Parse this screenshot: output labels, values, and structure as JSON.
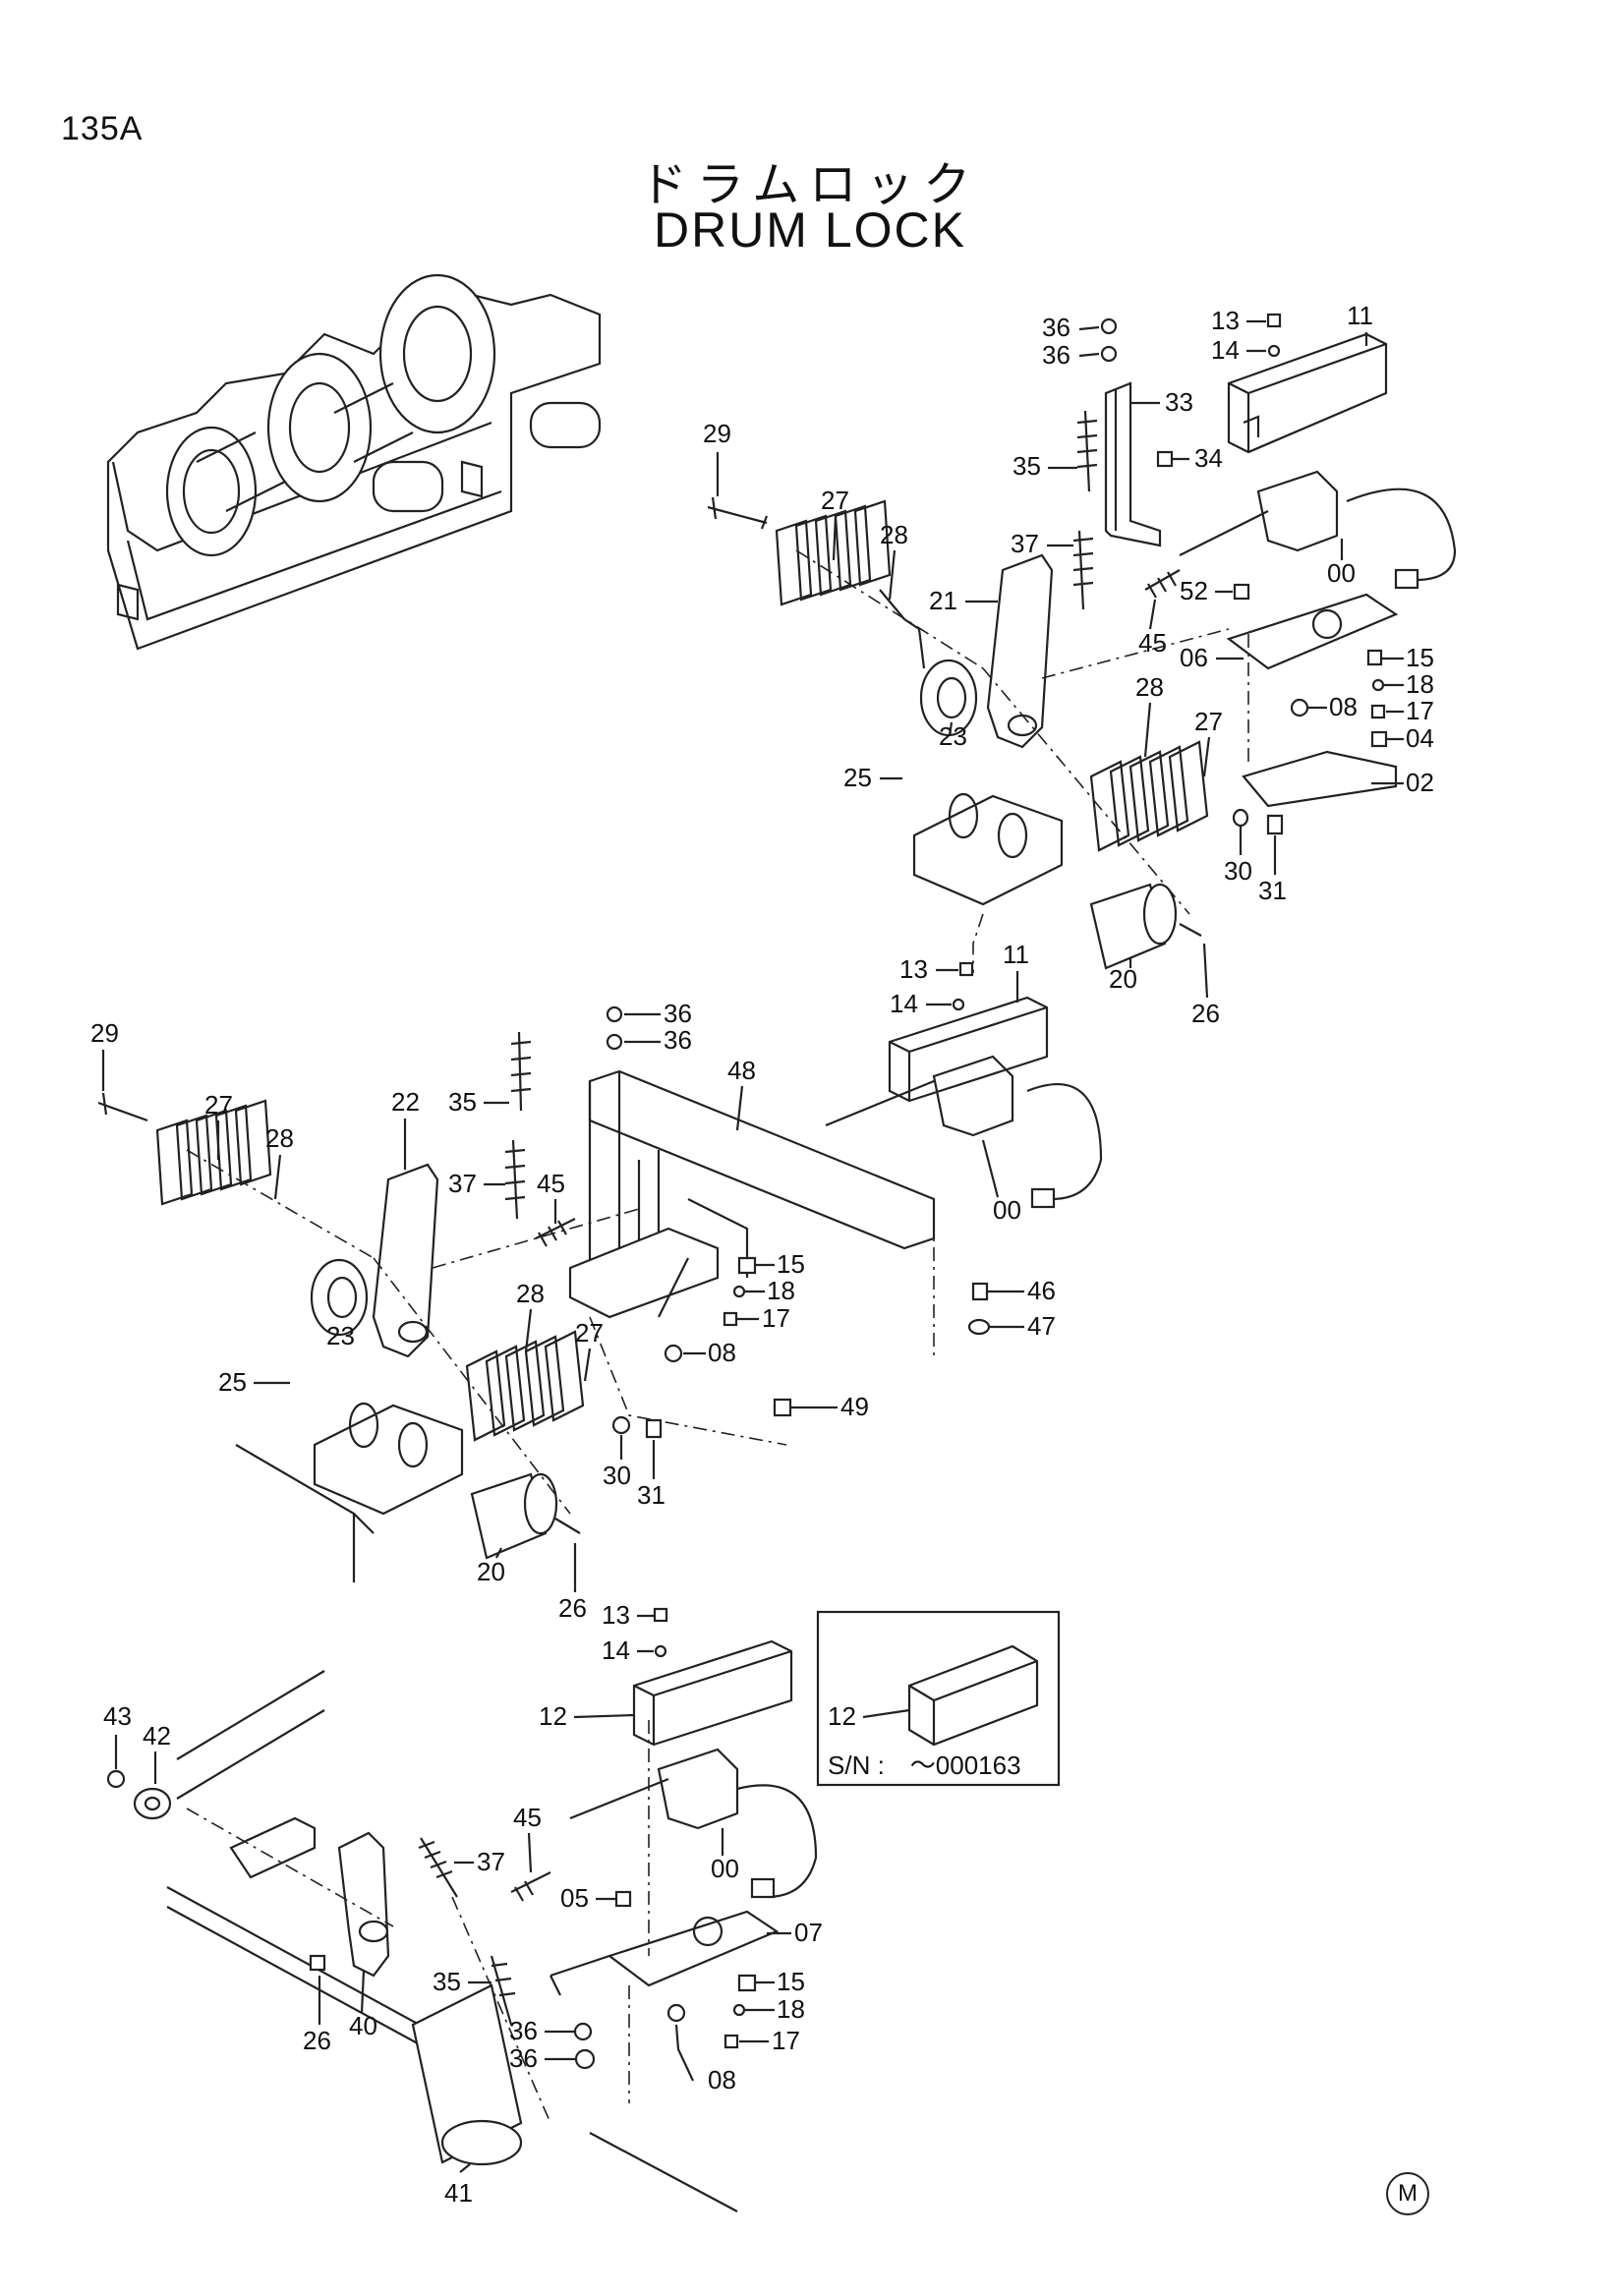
{
  "page": {
    "code": "135A",
    "title_jp": "ドラムロック",
    "title_en": "DRUM LOCK",
    "mark": "M"
  },
  "inset": {
    "part": "12",
    "serial": "S/N :　～000163"
  },
  "callouts": [
    {
      "id": "c1",
      "label": "36"
    },
    {
      "id": "c2",
      "label": "36"
    },
    {
      "id": "c3",
      "label": "13"
    },
    {
      "id": "c4",
      "label": "14"
    },
    {
      "id": "c5",
      "label": "11"
    },
    {
      "id": "c6",
      "label": "33"
    },
    {
      "id": "c7",
      "label": "29"
    },
    {
      "id": "c8",
      "label": "35"
    },
    {
      "id": "c9",
      "label": "34"
    },
    {
      "id": "c10",
      "label": "27"
    },
    {
      "id": "c11",
      "label": "28"
    },
    {
      "id": "c12",
      "label": "37"
    },
    {
      "id": "c13",
      "label": "00"
    },
    {
      "id": "c14",
      "label": "52"
    },
    {
      "id": "c15",
      "label": "21"
    },
    {
      "id": "c16",
      "label": "45"
    },
    {
      "id": "c17",
      "label": "06"
    },
    {
      "id": "c18",
      "label": "15"
    },
    {
      "id": "c19",
      "label": "18"
    },
    {
      "id": "c20",
      "label": "17"
    },
    {
      "id": "c21",
      "label": "08"
    },
    {
      "id": "c22",
      "label": "28"
    },
    {
      "id": "c23",
      "label": "27"
    },
    {
      "id": "c24",
      "label": "04"
    },
    {
      "id": "c25",
      "label": "23"
    },
    {
      "id": "c26",
      "label": "02"
    },
    {
      "id": "c27",
      "label": "25"
    },
    {
      "id": "c28",
      "label": "30"
    },
    {
      "id": "c29",
      "label": "31"
    },
    {
      "id": "c30",
      "label": "20"
    },
    {
      "id": "c31",
      "label": "26"
    },
    {
      "id": "c32",
      "label": "13"
    },
    {
      "id": "c33",
      "label": "11"
    },
    {
      "id": "c34",
      "label": "14"
    },
    {
      "id": "c35",
      "label": "36"
    },
    {
      "id": "c36",
      "label": "36"
    },
    {
      "id": "c37",
      "label": "29"
    },
    {
      "id": "c38",
      "label": "48"
    },
    {
      "id": "c39",
      "label": "22"
    },
    {
      "id": "c40",
      "label": "35"
    },
    {
      "id": "c41",
      "label": "27"
    },
    {
      "id": "c42",
      "label": "28"
    },
    {
      "id": "c43",
      "label": "37"
    },
    {
      "id": "c44",
      "label": "45"
    },
    {
      "id": "c45",
      "label": "00"
    },
    {
      "id": "c46",
      "label": "15"
    },
    {
      "id": "c47",
      "label": "18"
    },
    {
      "id": "c48",
      "label": "17"
    },
    {
      "id": "c49",
      "label": "46"
    },
    {
      "id": "c50",
      "label": "47"
    },
    {
      "id": "c51",
      "label": "23"
    },
    {
      "id": "c52",
      "label": "28"
    },
    {
      "id": "c53",
      "label": "27"
    },
    {
      "id": "c54",
      "label": "08"
    },
    {
      "id": "c55",
      "label": "25"
    },
    {
      "id": "c56",
      "label": "49"
    },
    {
      "id": "c57",
      "label": "30"
    },
    {
      "id": "c58",
      "label": "31"
    },
    {
      "id": "c59",
      "label": "20"
    },
    {
      "id": "c60",
      "label": "26"
    },
    {
      "id": "c61",
      "label": "13"
    },
    {
      "id": "c62",
      "label": "14"
    },
    {
      "id": "c63",
      "label": "12"
    },
    {
      "id": "c64",
      "label": "43"
    },
    {
      "id": "c65",
      "label": "42"
    },
    {
      "id": "c66",
      "label": "45"
    },
    {
      "id": "c67",
      "label": "37"
    },
    {
      "id": "c68",
      "label": "00"
    },
    {
      "id": "c69",
      "label": "05"
    },
    {
      "id": "c70",
      "label": "07"
    },
    {
      "id": "c71",
      "label": "35"
    },
    {
      "id": "c72",
      "label": "15"
    },
    {
      "id": "c73",
      "label": "18"
    },
    {
      "id": "c74",
      "label": "36"
    },
    {
      "id": "c75",
      "label": "17"
    },
    {
      "id": "c76",
      "label": "26"
    },
    {
      "id": "c77",
      "label": "40"
    },
    {
      "id": "c78",
      "label": "36"
    },
    {
      "id": "c79",
      "label": "08"
    },
    {
      "id": "c80",
      "label": "41"
    }
  ]
}
